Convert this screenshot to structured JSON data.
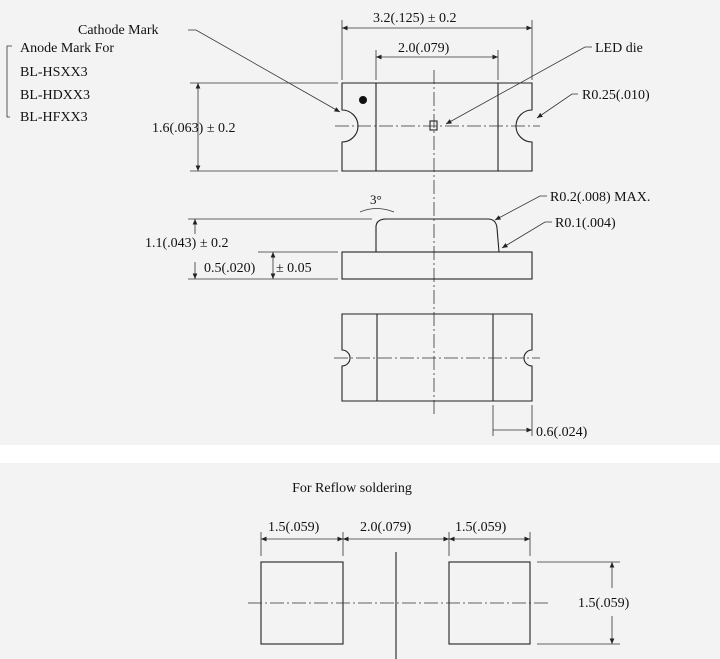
{
  "labels": {
    "cathode_mark": "Cathode Mark",
    "anode_mark_for": "Anode Mark For",
    "models": [
      "BL-HSXX3",
      "BL-HDXX3",
      "BL-HFXX3"
    ],
    "led_die": "LED die",
    "r025": "R0.25(.010)",
    "r02": "R0.2(.008) MAX.",
    "r01": "R0.1(.004)",
    "angle": "3°"
  },
  "dimensions": {
    "length": "3.2(.125) ± 0.2",
    "inner": "2.0(.079)",
    "width": "1.6(.063) ± 0.2",
    "height": "1.1(.043) ± 0.2",
    "base_height": "0.5(.020)",
    "base_tol": "± 0.05",
    "terminal": "0.6(.024)"
  },
  "reflow": {
    "title": "For Reflow soldering",
    "pad_width_left": "1.5(.059)",
    "gap": "2.0(.079)",
    "pad_width_right": "1.5(.059)",
    "pad_height": "1.5(.059)"
  }
}
